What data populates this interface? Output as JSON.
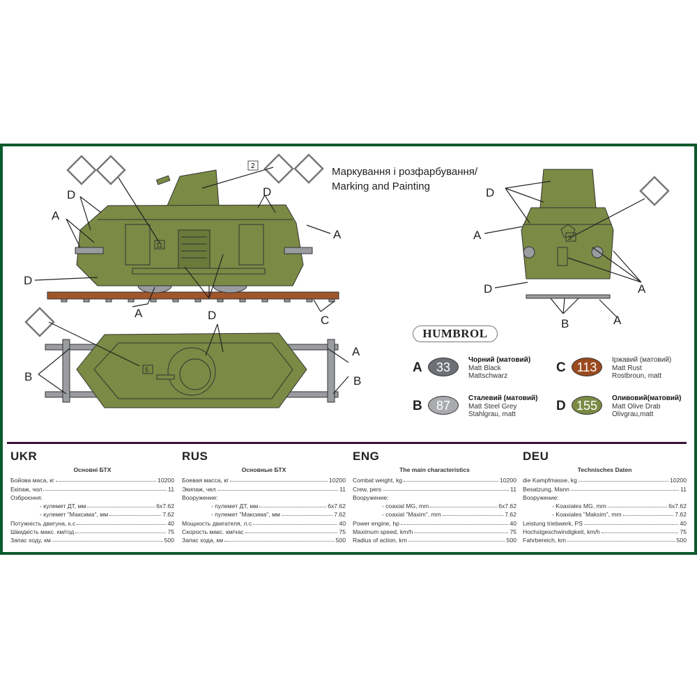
{
  "title": {
    "line1": "Маркування і розфарбування/",
    "line2": "Marking and Painting"
  },
  "callouts": {
    "A": "A",
    "B": "B",
    "C": "C",
    "D": "D"
  },
  "decal_numbers": [
    "2",
    "11",
    "3",
    "5"
  ],
  "brand": "HUMBROL",
  "paints": [
    {
      "letter": "A",
      "number": "33",
      "color": "#6d7076",
      "name_ukr": "Чорний (матовий)",
      "name_eng": "Matt Black",
      "name_deu": "Mattschwarz"
    },
    {
      "letter": "C",
      "number": "113",
      "color": "#9a4a1e",
      "name_ukr": "Іржавий (матовий)",
      "name_eng": "Matt Rust",
      "name_deu": "Rostbroun, matt"
    },
    {
      "letter": "B",
      "number": "87",
      "color": "#a9abaf",
      "name_ukr": "Сталевий (матовий)",
      "name_eng": "Matt Steel Grey",
      "name_deu": "Stahlgrau, matt"
    },
    {
      "letter": "D",
      "number": "155",
      "color": "#7b8a44",
      "name_ukr": "Оливовий(матовий)",
      "name_eng": "Matt Olive Drab",
      "name_deu": "Olivgrau,matt"
    }
  ],
  "specs": [
    {
      "lang": "UKR",
      "subtitle": "Основні БТХ",
      "rows": [
        {
          "label": "Бойова маса, кг",
          "value": "10200"
        },
        {
          "label": "Екіпаж, чол",
          "value": "11"
        },
        {
          "label": "Озброєння:",
          "value": ""
        },
        {
          "label": "- кулемет ДТ, мм",
          "value": "6х7.62",
          "indent": true
        },
        {
          "label": "- кулемет \"Максима\", мм",
          "value": "7.62",
          "indent": true
        },
        {
          "label": "Потужність двигуна, к.с",
          "value": "40"
        },
        {
          "label": "Швидкість макс. км/год",
          "value": "75"
        },
        {
          "label": "Запас ходу, км",
          "value": "500"
        }
      ]
    },
    {
      "lang": "RUS",
      "subtitle": "Основные БТХ",
      "rows": [
        {
          "label": "Боевая масса, кг",
          "value": "10200"
        },
        {
          "label": "Экипаж, чел",
          "value": "11"
        },
        {
          "label": "Вооружение:",
          "value": ""
        },
        {
          "label": "- пулемет ДТ, мм",
          "value": "6х7.62",
          "indent": true
        },
        {
          "label": "- пулемет \"Максима\", мм",
          "value": "7.62",
          "indent": true
        },
        {
          "label": "Мощность двигателя, л.с",
          "value": "40"
        },
        {
          "label": "Скорость макс. км/час",
          "value": "75"
        },
        {
          "label": "Запас хода, км",
          "value": "500"
        }
      ]
    },
    {
      "lang": "ENG",
      "subtitle": "The main characteristics",
      "rows": [
        {
          "label": "Combat weight, kg",
          "value": "10200"
        },
        {
          "label": "Crew, pers",
          "value": "11"
        },
        {
          "label": "Вооружение:",
          "value": ""
        },
        {
          "label": "- coaxial MG, mm",
          "value": "6x7.62",
          "indent": true
        },
        {
          "label": "- coaxial \"Maxim\", mm",
          "value": "7.62",
          "indent": true
        },
        {
          "label": "Power engine, hp",
          "value": "40"
        },
        {
          "label": "Maximum speed, km/h",
          "value": "75"
        },
        {
          "label": "Radius of action, km",
          "value": "500"
        }
      ]
    },
    {
      "lang": "DEU",
      "subtitle": "Technisches Daten",
      "rows": [
        {
          "label": "die Kampfmasse, kg",
          "value": "10200"
        },
        {
          "label": "Besatzung, Mann",
          "value": "11"
        },
        {
          "label": "Вооружение:",
          "value": ""
        },
        {
          "label": "- Koaxiales MG, mm",
          "value": "6x7.62",
          "indent": true
        },
        {
          "label": "- Koaxiales \"Maksim\", mm",
          "value": "7.62",
          "indent": true
        },
        {
          "label": "Leistung triebwerk, PS",
          "value": "40"
        },
        {
          "label": "Hochstgeschwindigkeit, km/h",
          "value": "75"
        },
        {
          "label": "Fahrbereich,  km",
          "value": "500"
        }
      ]
    }
  ]
}
